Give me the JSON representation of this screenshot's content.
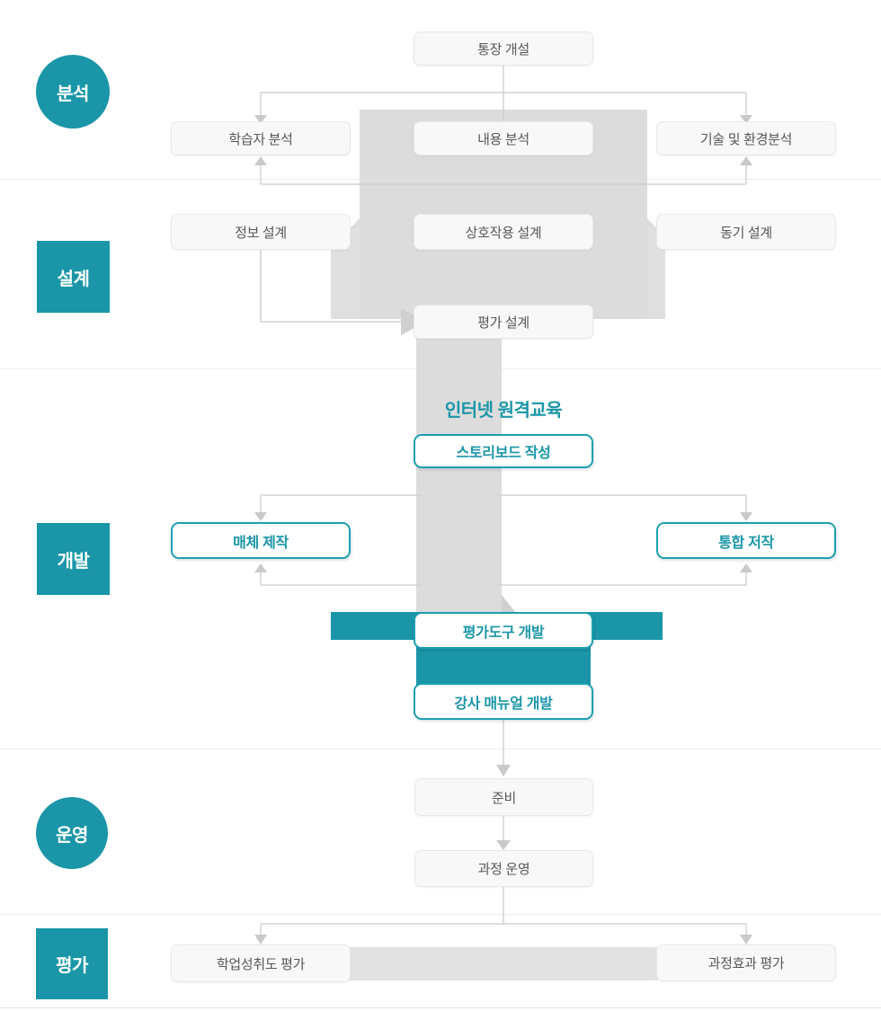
{
  "palette": {
    "teal": "#1A96A8",
    "tealBorder": "#1C9FB1",
    "tealText": "#1A96A8",
    "shapeGray": "#dcdcdc",
    "bandGray": "#e0e0e0",
    "barGray": "#e2e2e2",
    "lineGray": "#d2d2d2",
    "arrowGray": "#c9c9c9",
    "boxBg": "#f8f8f8",
    "boxBorder": "#e8e8e8",
    "boxText": "#575757"
  },
  "sections": {
    "analysis": "분석",
    "design": "설계",
    "development": "개발",
    "operation": "운영",
    "evaluation": "평가"
  },
  "nodes": {
    "account_opening": "통장 개설",
    "learner_analysis": "학습자 분석",
    "content_analysis": "내용 분석",
    "tech_env_analysis": "기술 및 환경분석",
    "information_design": "정보 설계",
    "interaction_design": "상호작용 설계",
    "motivation_design": "동기 설계",
    "evaluation_design": "평가 설계",
    "internet_distance_education": "인터넷 원격교육",
    "storyboard_writing": "스토리보드 작성",
    "media_production": "매체 제작",
    "integrated_authoring": "통합 저작",
    "evaluation_tool_development": "평가도구 개발",
    "instructor_manual_development": "강사 매뉴얼 개발",
    "preparation": "준비",
    "course_operation": "과정 운영",
    "achievement_evaluation": "학업성취도 평가",
    "course_effect_evaluation": "과정효과 평가"
  }
}
